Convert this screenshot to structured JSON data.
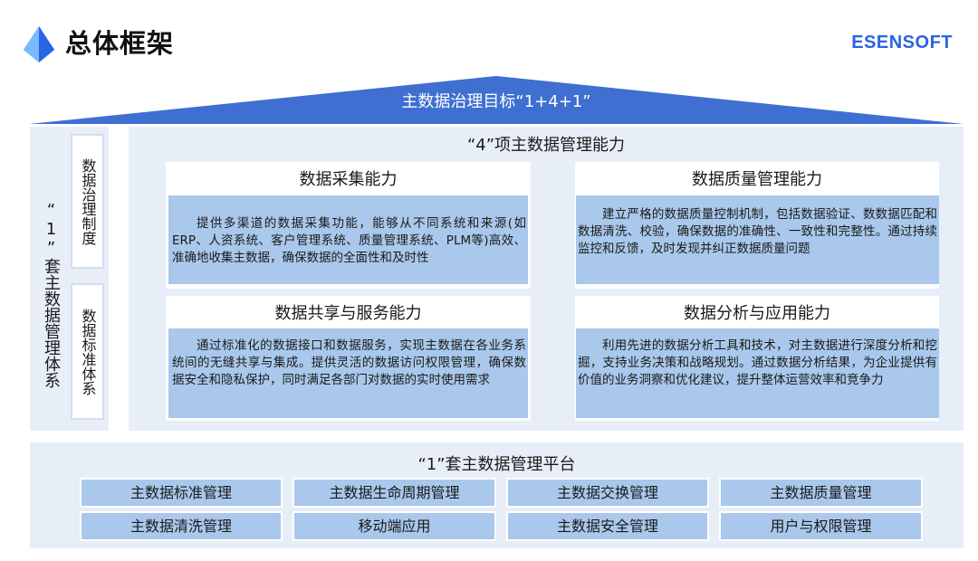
{
  "header": {
    "title": "总体框架",
    "brand": "ESENSOFT"
  },
  "roof": {
    "title": "主数据治理目标“1+4+1”"
  },
  "left": {
    "main": "“1”套主数据管理体系",
    "sub_items": [
      "数据治理制度",
      "数据标准体系"
    ]
  },
  "capabilities": {
    "title": "“4”项主数据管理能力",
    "items": [
      {
        "title": "数据采集能力",
        "body": "提供多渠道的数据采集功能，能够从不同系统和来源(如ERP、人资系统、客户管理系统、质量管理系统、PLM等)高效、准确地收集主数据，确保数据的全面性和及时性"
      },
      {
        "title": "数据质量管理能力",
        "body": "建立严格的数据质量控制机制，包括数据验证、数数据匹配和数据清洗、校验，确保数据的准确性、一致性和完整性。通过持续监控和反馈，及时发现并纠正数据质量问题"
      },
      {
        "title": "数据共享与服务能力",
        "body": "通过标准化的数据接口和数据服务，实现主数据在各业务系统间的无缝共享与集成。提供灵活的数据访问权限管理，确保数据安全和隐私保护，同时满足各部门对数据的实时使用需求"
      },
      {
        "title": "数据分析与应用能力",
        "body": "利用先进的数据分析工具和技术，对主数据进行深度分析和挖掘，支持业务决策和战略规划。通过数据分析结果，为企业提供有价值的业务洞察和优化建议，提升整体运营效率和竞争力"
      }
    ]
  },
  "platform": {
    "title": "“1”套主数据管理平台",
    "modules": [
      "主数据标准管理",
      "主数据生命周期管理",
      "主数据交换管理",
      "主数据质量管理",
      "主数据清洗管理",
      "移动端应用",
      "主数据安全管理",
      "用户与权限管理"
    ]
  },
  "colors": {
    "roof": "#3f6fd0",
    "panel": "#e7eef8",
    "box": "#a9c8ec",
    "brand": "#2b63e0"
  }
}
